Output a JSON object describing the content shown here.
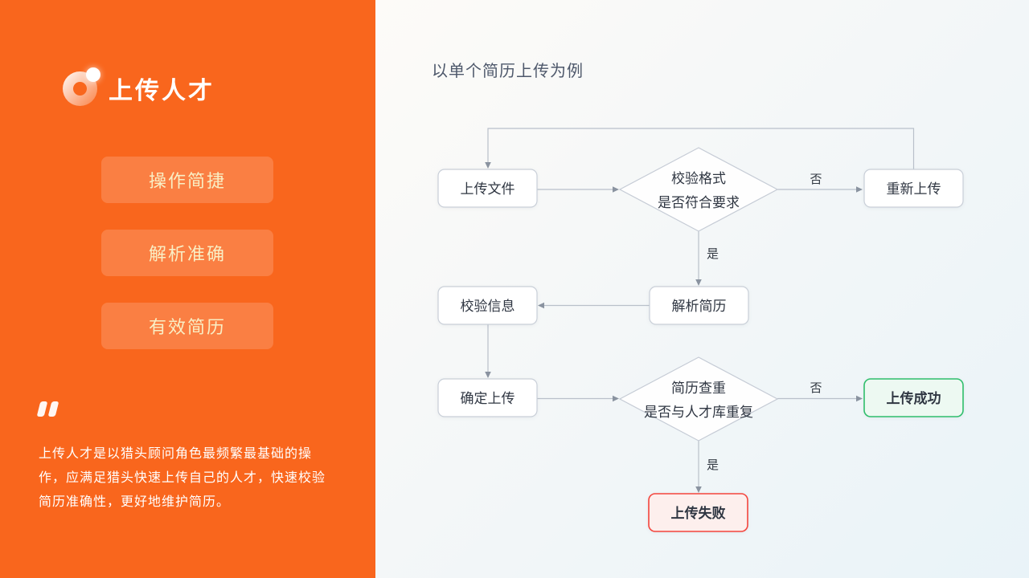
{
  "sidebar": {
    "title": "上传人才",
    "buttons": [
      {
        "label": "操作简捷"
      },
      {
        "label": "解析准确"
      },
      {
        "label": "有效简历"
      }
    ],
    "quote_lines": [
      "上传人才是以猎头顾问角色最频繁最基础的操",
      "作，应满足猎头快速上传自己的人才，快速校验",
      "简历准确性，更好地维护简历。"
    ]
  },
  "flow": {
    "title": "以单个简历上传为例",
    "nodes": {
      "upload_file": "上传文件",
      "check_format": {
        "line1": "校验格式",
        "line2": "是否符合要求"
      },
      "reupload": "重新上传",
      "parse_resume": "解析简历",
      "verify_info": "校验信息",
      "confirm_upload": "确定上传",
      "dup_check": {
        "line1": "简历查重",
        "line2": "是否与人才库重复"
      },
      "upload_success": "上传成功",
      "upload_fail": "上传失败"
    },
    "labels": {
      "no_top": "否",
      "yes_top": "是",
      "no_bottom": "否",
      "yes_bottom": "是"
    }
  },
  "colors": {
    "sidebar_bg": "#F9661D",
    "button_text": "#F9EFC5",
    "panel_bg_start": "#FDFBF8",
    "panel_bg_end": "#E9F3F8",
    "flow_title_text": "#4E586B",
    "node_border": "#C9CFD8",
    "node_text": "#2F3642",
    "connector": "#B9C0CA",
    "arrowhead": "#8A93A0",
    "success_border": "#2FBE6C",
    "success_bg": "#EDF9F2",
    "success_text": "#1FAF5E",
    "fail_border": "#F4453D",
    "fail_bg": "#FDEFED",
    "fail_text": "#F2423A"
  }
}
